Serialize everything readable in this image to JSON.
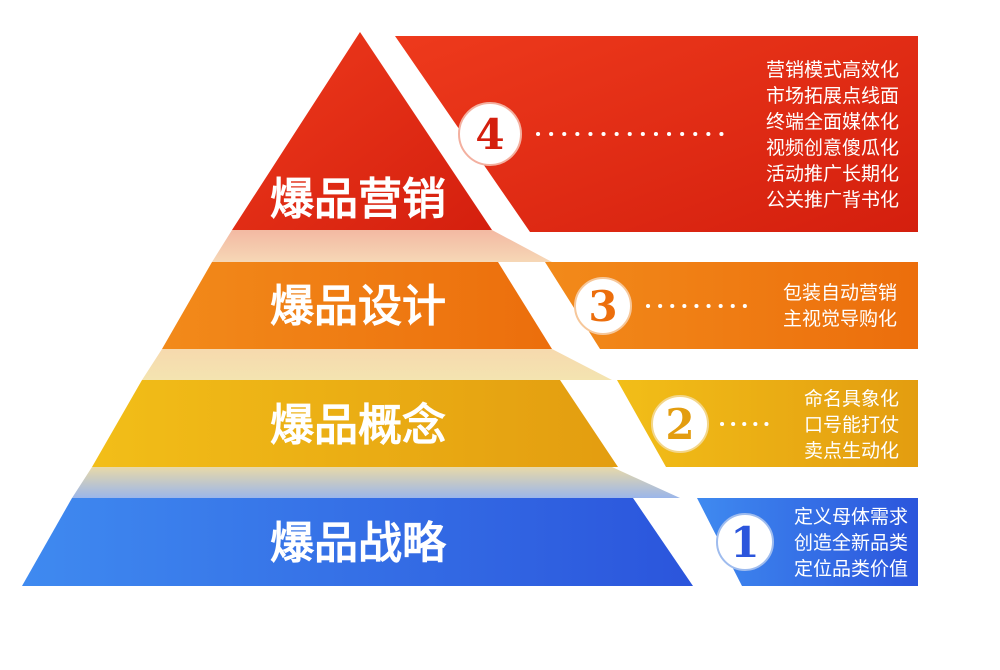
{
  "colors": {
    "marketing": "#e02a12",
    "design": "#f07d12",
    "concept": "#e8ad12",
    "strategy": "#2c6ae6"
  },
  "levels": [
    {
      "number": "4",
      "title": "爆品营销",
      "items": [
        "营销模式高效化",
        "市场拓展点线面",
        "终端全面媒体化",
        "视频创意傻瓜化",
        "活动推广长期化",
        "公关推广背书化"
      ]
    },
    {
      "number": "3",
      "title": "爆品设计",
      "items": [
        "包装自动营销",
        "主视觉导购化"
      ]
    },
    {
      "number": "2",
      "title": "爆品概念",
      "items": [
        "命名具象化",
        "口号能打仗",
        "卖点生动化"
      ]
    },
    {
      "number": "1",
      "title": "爆品战略",
      "items": [
        "定义母体需求",
        "创造全新品类",
        "定位品类价值"
      ]
    }
  ]
}
